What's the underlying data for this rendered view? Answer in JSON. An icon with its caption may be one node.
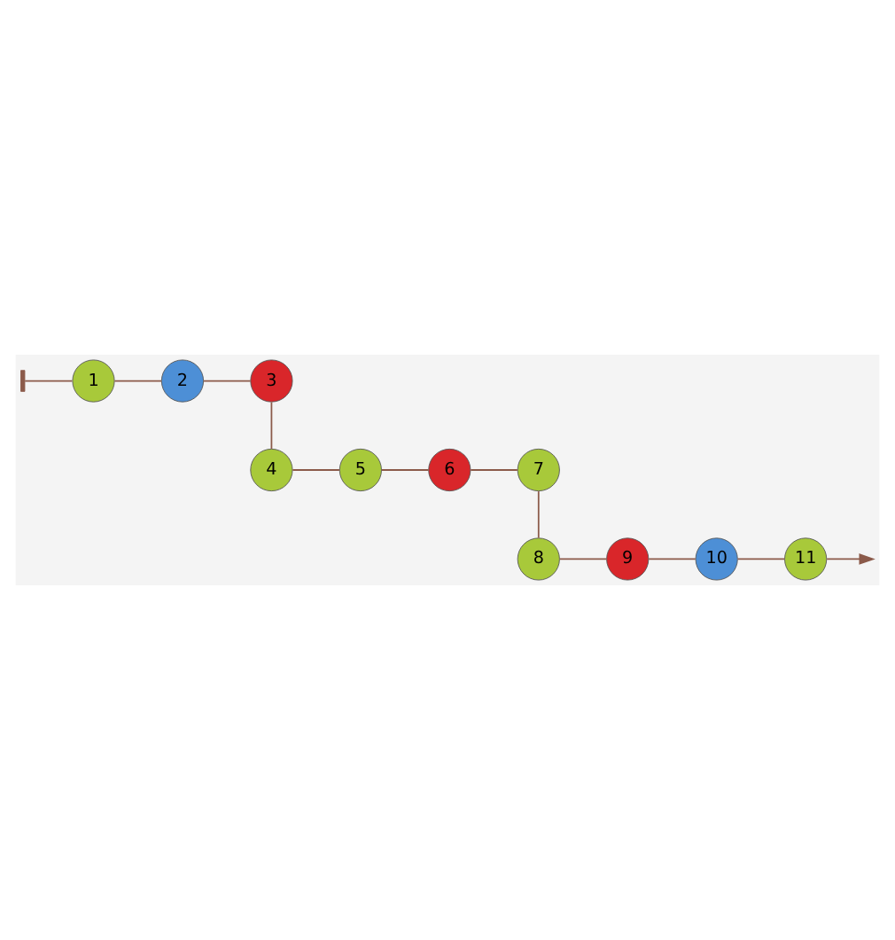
{
  "diagram": {
    "nodes": [
      {
        "text": [],
        "shape": "bar"
      },
      {
        "text": [
          "1"
        ]
      },
      {
        "text": [
          "2"
        ]
      },
      {
        "text": [
          "3"
        ]
      },
      {
        "text": [
          "4"
        ]
      },
      {
        "text": [
          "5"
        ]
      },
      {
        "text": [
          "6"
        ]
      },
      {
        "text": [
          "7"
        ]
      },
      {
        "text": [
          "8"
        ]
      },
      {
        "text": [
          "9"
        ]
      },
      {
        "text": [
          "10"
        ]
      },
      {
        "text": [
          "11"
        ]
      }
    ],
    "edges": [
      {
        "from": 0,
        "to": 1,
        "arrow": "none"
      },
      {
        "from": 1,
        "to": 2,
        "arrow": "none"
      },
      {
        "from": 2,
        "to": 3,
        "arrow": "none"
      },
      {
        "from": 3,
        "to": 4,
        "arrow": "none"
      },
      {
        "from": 4,
        "to": 5,
        "arrow": "none"
      },
      {
        "from": 5,
        "to": 6,
        "arrow": "none"
      },
      {
        "from": 6,
        "to": 7,
        "arrow": "none"
      },
      {
        "from": 7,
        "to": 8,
        "arrow": "none"
      },
      {
        "from": 8,
        "to": 9,
        "arrow": "none"
      },
      {
        "from": 9,
        "to": 10,
        "arrow": "none"
      },
      {
        "from": 10,
        "to": 11,
        "arrow": "none"
      },
      {
        "from": 11,
        "to": null,
        "arrow": "to"
      }
    ]
  }
}
